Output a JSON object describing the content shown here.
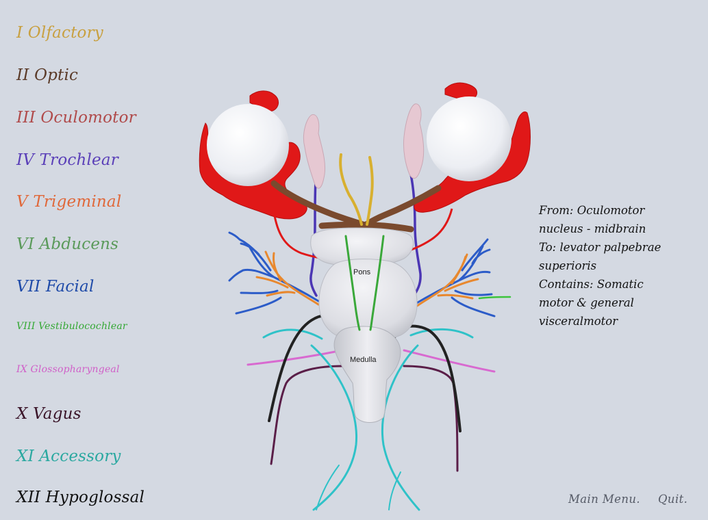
{
  "nerves": [
    {
      "label": "I Olfactory",
      "color": "#c8a040"
    },
    {
      "label": "II Optic",
      "color": "#5a3a28"
    },
    {
      "label": "III Oculomotor",
      "color": "#b04a4a"
    },
    {
      "label": "IV Trochlear",
      "color": "#5a3fb8"
    },
    {
      "label": "V Trigeminal",
      "color": "#e0683a"
    },
    {
      "label": "VI Abducens",
      "color": "#5a9a5a"
    },
    {
      "label": "VII Facial",
      "color": "#1e4aa8"
    },
    {
      "label": "VIII Vestibulocochlear",
      "color": "#34a834"
    },
    {
      "label": "IX Glossopharyngeal",
      "color": "#d060c8"
    },
    {
      "label": "X Vagus",
      "color": "#3a1428"
    },
    {
      "label": "XI Accessory",
      "color": "#2aa8a0"
    },
    {
      "label": "XII Hypoglossal",
      "color": "#111111"
    }
  ],
  "info": {
    "lines": [
      "From: Oculomotor",
      "nucleus - midbrain",
      "To: levator palpebrae",
      "superioris",
      "Contains: Somatic",
      "motor & general",
      "visceralmotor"
    ]
  },
  "brain_labels": {
    "pons": "Pons",
    "medulla": "Medulla"
  },
  "footer": {
    "main_menu": "Main Menu.",
    "quit": "Quit."
  }
}
